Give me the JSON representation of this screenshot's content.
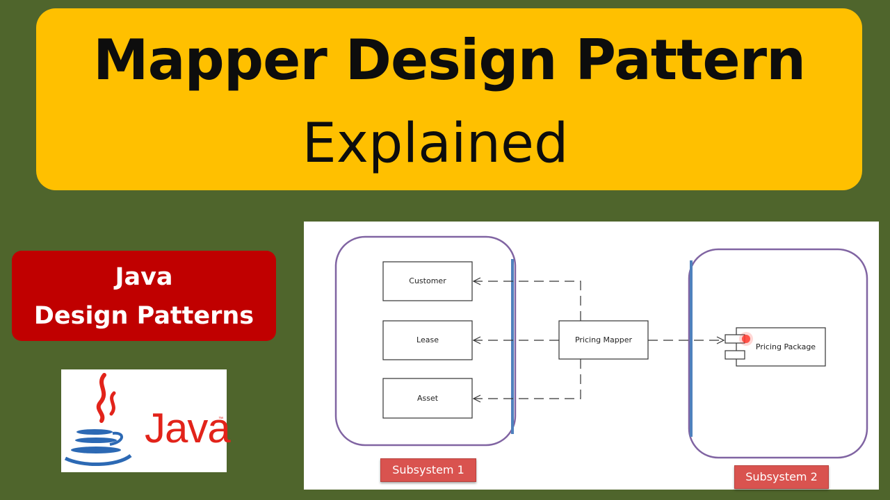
{
  "title": {
    "line1": "Mapper Design Pattern",
    "line2": "Explained"
  },
  "badge": {
    "line1": "Java",
    "line2": "Design Patterns"
  },
  "logo": {
    "text": "Java",
    "tm": "™"
  },
  "diagram": {
    "subsystem1": {
      "items": [
        "Customer",
        "Lease",
        "Asset"
      ],
      "label": "Subsystem 1"
    },
    "mapper": "Pricing Mapper",
    "subsystem2": {
      "component": "Pricing Package",
      "label": "Subsystem 2"
    }
  },
  "colors": {
    "background": "#4f652c",
    "title_fill": "#ffc000",
    "badge_fill": "#c00000",
    "subsystem_outline": "#8064a2",
    "boundary_line": "#4f81bd",
    "subsystem_label_fill": "#d9534f",
    "java_red": "#e2231a",
    "java_blue": "#2c69b4"
  }
}
